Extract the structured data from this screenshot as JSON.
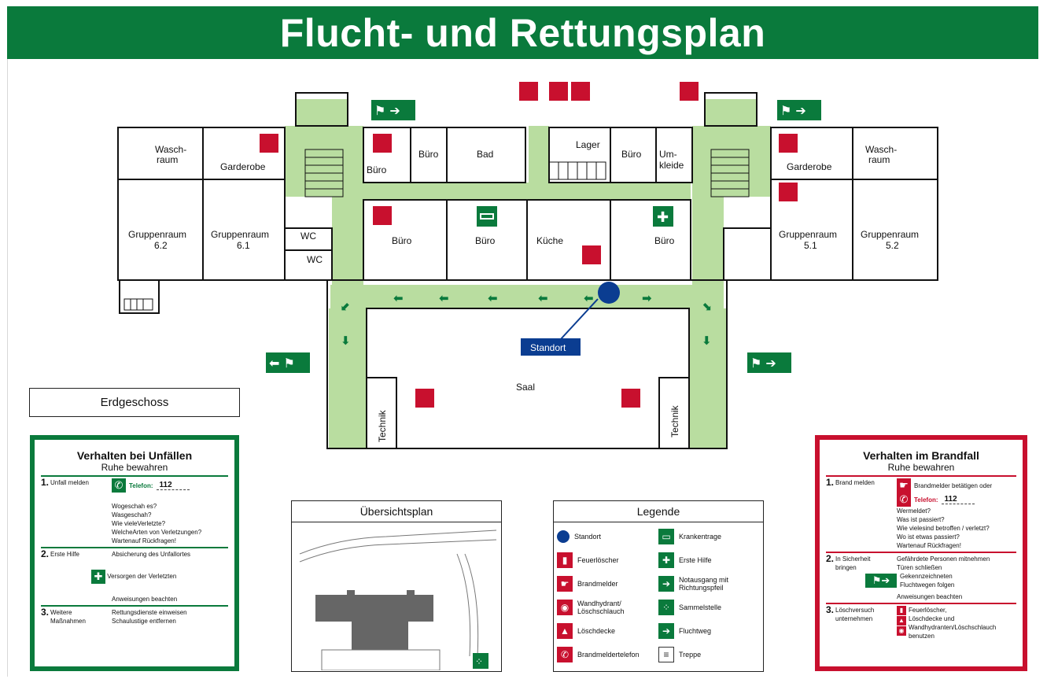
{
  "header": {
    "title": "Flucht- und Rettungsplan"
  },
  "floor": {
    "label": "Erdgeschoss"
  },
  "standort": {
    "label": "Standort"
  },
  "rooms": {
    "waschraum_l": "Wasch-\nraum",
    "garderobe_l": "Garderobe",
    "gruppen_62": "Gruppenraum\n6.2",
    "gruppen_61": "Gruppenraum\n6.1",
    "wc1": "WC",
    "wc2": "WC",
    "buero1": "Büro",
    "buero2": "Büro",
    "bad": "Bad",
    "lager": "Lager",
    "buero3": "Büro",
    "umkleide": "Um-\nkleide",
    "buero4": "Büro",
    "buero5": "Büro",
    "kueche": "Küche",
    "buero6": "Büro",
    "garderobe_r": "Garderobe",
    "waschraum_r": "Wasch-\nraum",
    "gruppen_51": "Gruppenraum\n5.1",
    "gruppen_52": "Gruppenraum\n5.2",
    "saal": "Saal",
    "technik_l": "Technik",
    "technik_r": "Technik"
  },
  "accidents": {
    "title": "Verhalten bei Unfällen",
    "subtitle": "Ruhe bewahren",
    "s1_num": "1.",
    "s1_label": "Unfall melden",
    "phone_label": "Telefon:",
    "phone_number": "112",
    "s1_lines": [
      "Wogeschah es?",
      "Wasgeschah?",
      "Wie vieleVerletzte?",
      "WelcheArten von Verletzungen?",
      "Wartenauf Rückfragen!"
    ],
    "s2_num": "2.",
    "s2_label": "Erste Hilfe",
    "s2_line1": "Absicherung des Unfallortes",
    "s2_line2": "Versorgen der Verletzten",
    "s2_line3": "Anweisungen beachten",
    "s3_num": "3.",
    "s3_label": "Weitere\nMaßnahmen",
    "s3_line1": "Rettungsdienste einweisen",
    "s3_line2": "Schaulustige entfernen"
  },
  "fire": {
    "title": "Verhalten im Brandfall",
    "subtitle": "Ruhe bewahren",
    "s1_num": "1.",
    "s1_label": "Brand melden",
    "s1_line1": "Brandmelder betätigen oder",
    "phone_label": "Telefon:",
    "phone_number": "112",
    "s1_lines": [
      "Wermeldet?",
      "Was ist passiert?",
      "Wie vielesind betroffen / verletzt?",
      "Wo ist etwas passiert?",
      "Wartenauf Rückfragen!"
    ],
    "s2_num": "2.",
    "s2_label": "In Sicherheit\nbringen",
    "s2_line1": "Gefährdete Personen mitnehmen",
    "s2_line2": "Türen schließen",
    "s2_line3": "Gekennzeichneten\nFluchtwegen folgen",
    "s2_line4": "Anweisungen beachten",
    "s3_num": "3.",
    "s3_label": "Löschversuch\nunternehmen",
    "s3_line1": "Feuerlöscher,\nLöschdecke und\nWandhydranten/Löschschlauch\nbenutzen"
  },
  "overview": {
    "title": "Übersichtsplan"
  },
  "legend": {
    "title": "Legende",
    "items": [
      {
        "label": "Standort",
        "icon": "standort-dot-icon",
        "kind": "b",
        "glyph": ""
      },
      {
        "label": "Krankentrage",
        "icon": "stretcher-icon",
        "kind": "g",
        "glyph": "▭"
      },
      {
        "label": "Feuerlöscher",
        "icon": "extinguisher-icon",
        "kind": "r",
        "glyph": "▮"
      },
      {
        "label": "Erste Hilfe",
        "icon": "first-aid-icon",
        "kind": "g",
        "glyph": "✚"
      },
      {
        "label": "Brandmelder",
        "icon": "fire-alarm-icon",
        "kind": "r",
        "glyph": "☛"
      },
      {
        "label": "Notausgang mit\nRichtungspfeil",
        "icon": "emergency-exit-icon",
        "kind": "g",
        "glyph": "➔"
      },
      {
        "label": "Wandhydrant/\nLöschschlauch",
        "icon": "hydrant-icon",
        "kind": "r",
        "glyph": "◉"
      },
      {
        "label": "Sammelstelle",
        "icon": "assembly-point-icon",
        "kind": "g",
        "glyph": "⁘"
      },
      {
        "label": "Löschdecke",
        "icon": "fire-blanket-icon",
        "kind": "r",
        "glyph": "▲"
      },
      {
        "label": "Fluchtweg",
        "icon": "escape-route-icon",
        "kind": "g",
        "glyph": "➔"
      },
      {
        "label": "Brandmeldertelefon",
        "icon": "fire-phone-icon",
        "kind": "r",
        "glyph": "✆"
      },
      {
        "label": "Treppe",
        "icon": "stairs-icon",
        "kind": "o",
        "glyph": "≡"
      }
    ]
  },
  "colors": {
    "green": "#0a7a3c",
    "red": "#c8102e",
    "route": "#b9dda0",
    "blue": "#0b3d91"
  }
}
